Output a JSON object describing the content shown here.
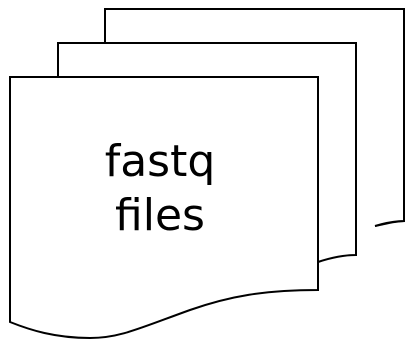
{
  "diagram": {
    "type": "multi-document-stack",
    "label_lines": [
      "fastq",
      "files"
    ],
    "colors": {
      "stroke": "#000000",
      "fill": "#ffffff"
    }
  }
}
